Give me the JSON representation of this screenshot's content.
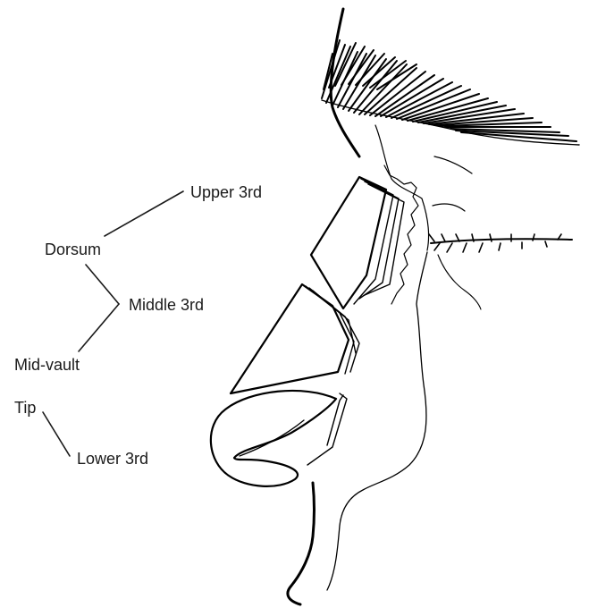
{
  "labels": {
    "upper": "Upper 3rd",
    "dorsum": "Dorsum",
    "middle": "Middle 3rd",
    "midvault": "Mid-vault",
    "tip": "Tip",
    "lower": "Lower 3rd"
  },
  "colors": {
    "ink": "#000000",
    "text": "#1a1a1a",
    "background": "#ffffff"
  }
}
